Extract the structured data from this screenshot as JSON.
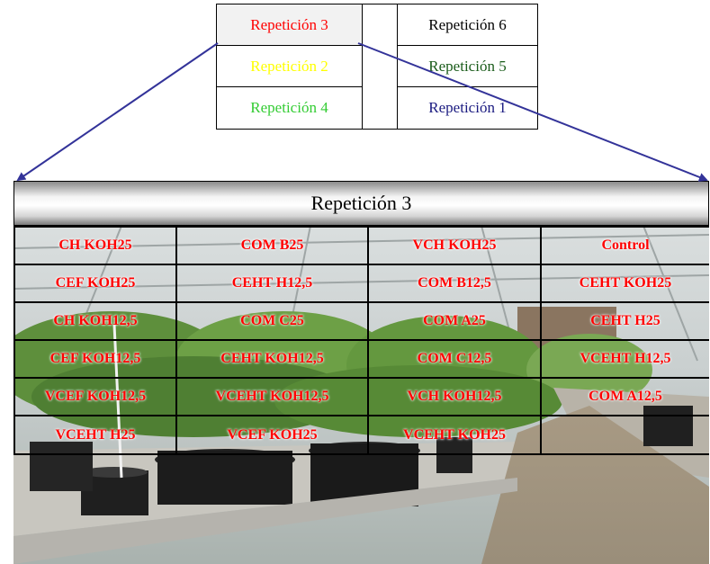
{
  "layout": {
    "left_column": [
      {
        "label": "Repetición 3",
        "color": "#ff0000"
      },
      {
        "label": "Repetición 2",
        "color": "#ffff00"
      },
      {
        "label": "Repetición 4",
        "color": "#33cc33"
      }
    ],
    "right_column": [
      {
        "label": "Repetición 6",
        "color": "#000000"
      },
      {
        "label": "Repetición 5",
        "color": "#1a5c1a"
      },
      {
        "label": "Repetición 1",
        "color": "#1a1a80"
      }
    ]
  },
  "panel": {
    "title": "Repetición 3",
    "label_color": "#ff0000",
    "rows": [
      [
        "CH KOH25",
        "COM B25",
        "VCH KOH25",
        "Control"
      ],
      [
        "CEF KOH25",
        "CEHT H12,5",
        "COM B12,5",
        "CEHT KOH25"
      ],
      [
        "CH KOH12,5",
        "COM C25",
        "COM A25",
        "CEHT H25"
      ],
      [
        "CEF KOH12,5",
        "CEHT KOH12,5",
        "COM C12,5",
        "VCEHT H12,5"
      ],
      [
        "VCEF KOH12,5",
        "VCEHT KOH12,5",
        "VCH KOH12,5",
        "COM A12,5"
      ],
      [
        "VCEHT H25",
        "VCEF KOH25",
        "VCEHT KOH25",
        ""
      ]
    ]
  },
  "arrow_color": "#333399"
}
